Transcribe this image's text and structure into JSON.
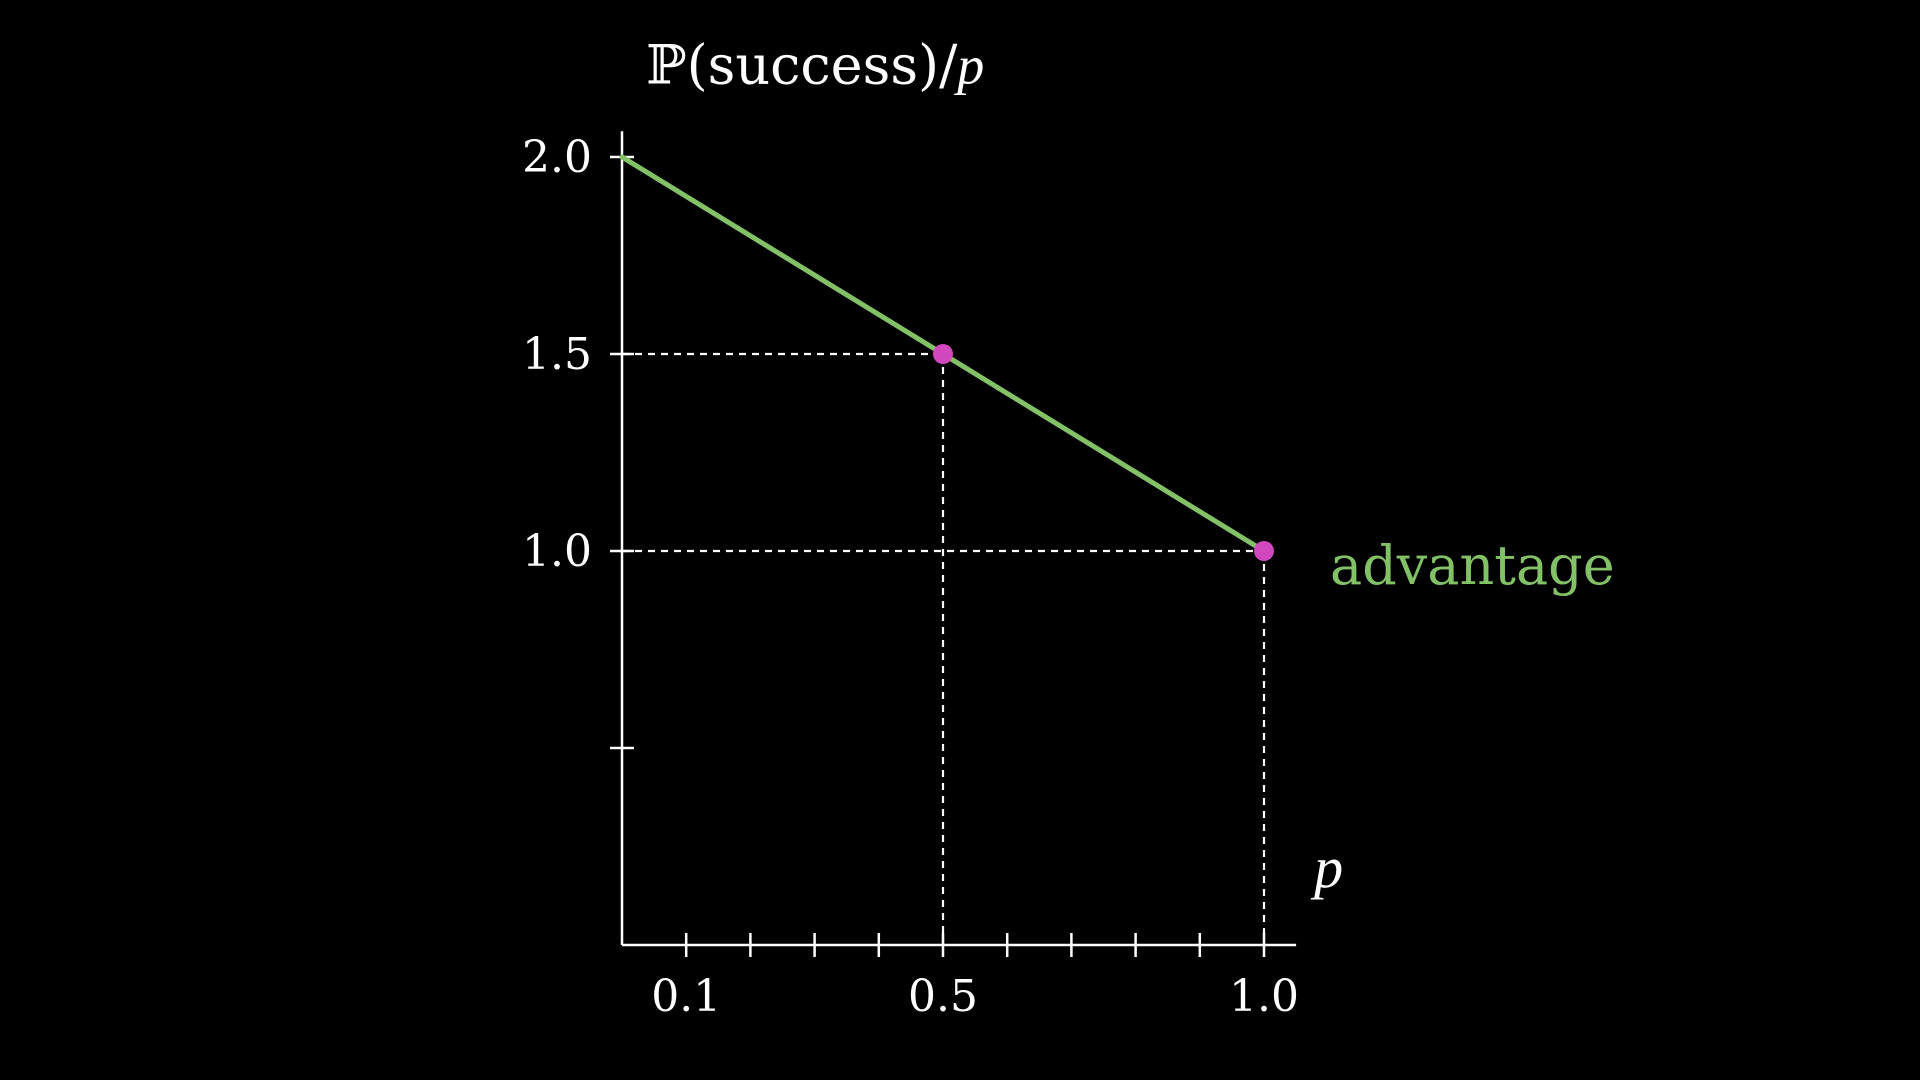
{
  "chart_data": {
    "type": "line",
    "ylabel": {
      "prefix": "ℙ",
      "body": "(success)/",
      "var": "p"
    },
    "xlabel": "p",
    "xlim": [
      0.0,
      1.05
    ],
    "ylim": [
      0.0,
      2.05
    ],
    "x_ticks": [
      0.1,
      0.2,
      0.3,
      0.4,
      0.5,
      0.6,
      0.7,
      0.8,
      0.9,
      1.0
    ],
    "x_tick_labels": [
      {
        "value": 0.1,
        "label": "0.1"
      },
      {
        "value": 0.5,
        "label": "0.5"
      },
      {
        "value": 1.0,
        "label": "1.0"
      }
    ],
    "y_ticks": [
      0.5,
      1.0,
      1.5,
      2.0
    ],
    "y_tick_labels": [
      {
        "value": 1.0,
        "label": "1.0"
      },
      {
        "value": 1.5,
        "label": "1.5"
      },
      {
        "value": 2.0,
        "label": "2.0"
      }
    ],
    "series": [
      {
        "name": "advantage",
        "color": "#83c167",
        "x": [
          0.0,
          1.0
        ],
        "y": [
          2.0,
          1.0
        ]
      }
    ],
    "points": [
      {
        "x": 0.5,
        "y": 1.5
      },
      {
        "x": 1.0,
        "y": 1.0
      }
    ],
    "point_color": "#d147bd",
    "axis_color": "#ffffff",
    "guide_color": "#ffffff"
  }
}
